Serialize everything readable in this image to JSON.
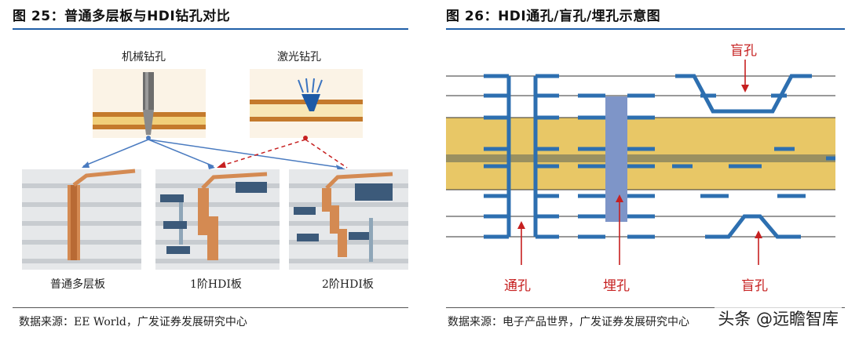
{
  "left_figure": {
    "title": "图  25：普通多层板与HDI钻孔对比",
    "mech_label": "机械钻孔",
    "laser_label": "激光钻孔",
    "board_labels": [
      "普通多层板",
      "1阶HDI板",
      "2阶HDI板"
    ],
    "source": "数据来源：EE World，广发证券发展研究中心"
  },
  "right_figure": {
    "title": "图  26：HDI通孔/盲孔/埋孔示意图",
    "blind_top": "盲孔",
    "through": "通孔",
    "buried": "埋孔",
    "blind_bottom": "盲孔",
    "source": "数据来源：电子产品世界，广发证券发展研究中心"
  },
  "watermark": "头条 @远瞻智库",
  "colors": {
    "accent": "#1f5fa8",
    "label_red": "#c62020",
    "board_yellow": "#e8c766",
    "via_blue": "#2d6fb0"
  }
}
